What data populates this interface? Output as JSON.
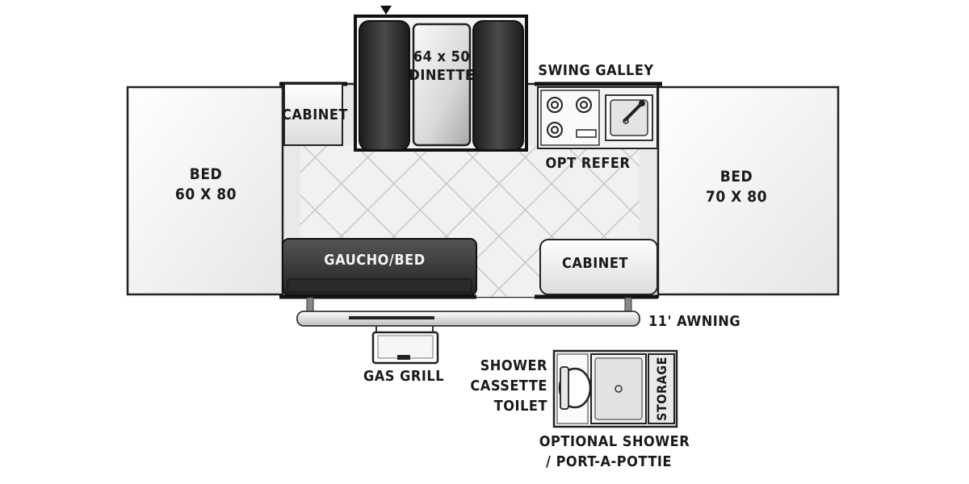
{
  "labels": {
    "bed_left_1": "BED",
    "bed_left_2": "60 X 80",
    "bed_right_1": "BED",
    "bed_right_2": "70 X 80",
    "cabinet_top": "CABINET",
    "dinette_1": "64 x 50",
    "dinette_2": "DINETTE",
    "swing_galley": "SWING GALLEY",
    "opt_refer": "OPT REFER",
    "gaucho": "GAUCHO/BED",
    "cabinet_bottom": "CABINET",
    "awning": "11' AWNING",
    "gas_grill": "GAS GRILL",
    "shower_1": "SHOWER",
    "shower_2": "CASSETTE",
    "shower_3": "TOILET",
    "storage": "STORAGE",
    "optional_1": "OPTIONAL SHOWER",
    "optional_2": "/ PORT-A-POTTIE"
  }
}
